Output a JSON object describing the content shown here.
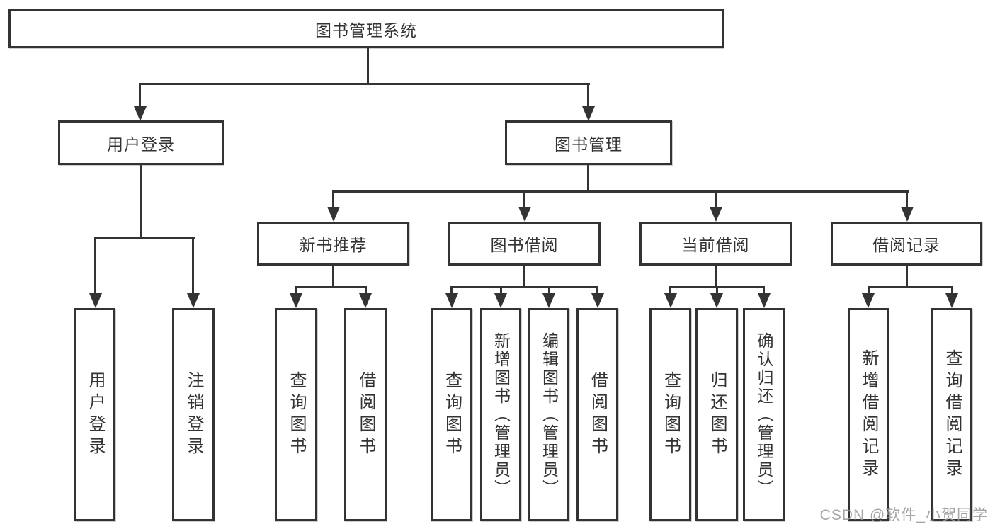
{
  "tree": {
    "label": "图书管理系统",
    "children": [
      {
        "label": "用户登录",
        "children": [
          {
            "label": "用户登录"
          },
          {
            "label": "注销登录"
          }
        ]
      },
      {
        "label": "图书管理",
        "children": [
          {
            "label": "新书推荐",
            "children": [
              {
                "label": "查询图书"
              },
              {
                "label": "借阅图书"
              }
            ]
          },
          {
            "label": "图书借阅",
            "children": [
              {
                "label": "查询图书"
              },
              {
                "label": "新增图书（管理员）"
              },
              {
                "label": "编辑图书（管理员）"
              },
              {
                "label": "借阅图书"
              }
            ]
          },
          {
            "label": "当前借阅",
            "children": [
              {
                "label": "查询图书"
              },
              {
                "label": "归还图书"
              },
              {
                "label": "确认归还（管理员）"
              }
            ]
          },
          {
            "label": "借阅记录",
            "children": [
              {
                "label": "新增借阅记录"
              },
              {
                "label": "查询借阅记录"
              }
            ]
          }
        ]
      }
    ]
  },
  "watermark": "CSDN @软件_小贺同学",
  "colors": {
    "line": "#333333",
    "box_border": "#333333",
    "box_fill": "#ffffff",
    "text": "#333333",
    "watermark": "#9b9b9b",
    "background": "#ffffff"
  }
}
